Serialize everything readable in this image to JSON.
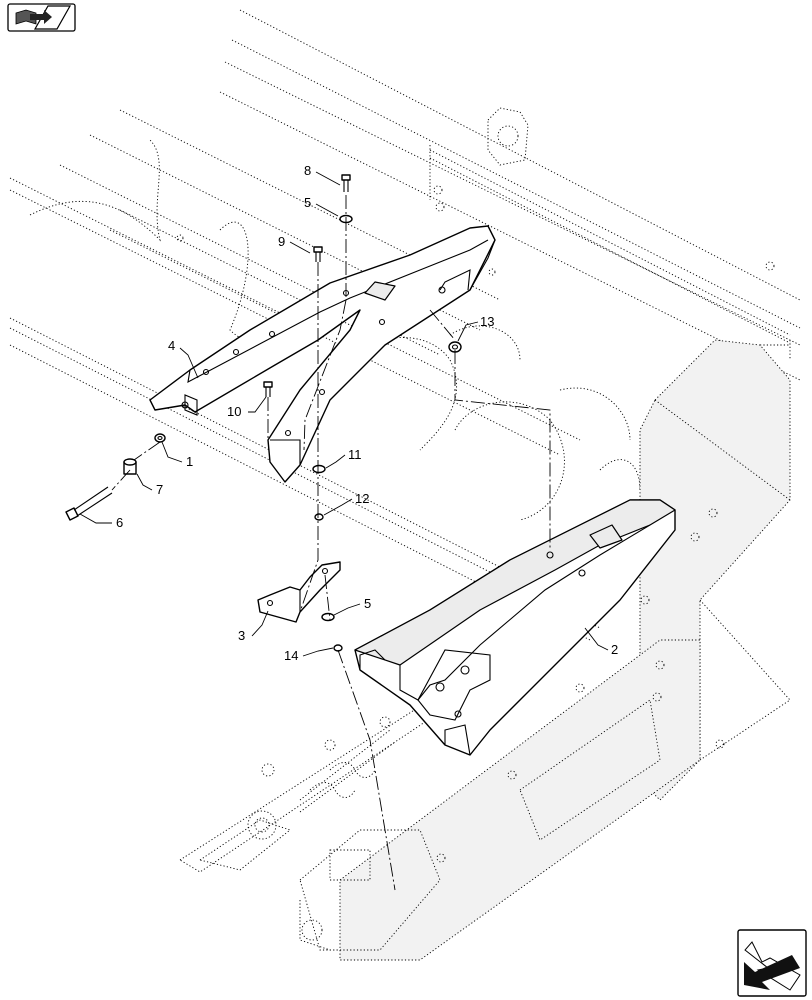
{
  "header": {
    "icon": "book-arrow-icon"
  },
  "footer": {
    "icon": "orientation-arrow-icon"
  },
  "callouts": [
    {
      "id": "c8",
      "label": "8"
    },
    {
      "id": "c5a",
      "label": "5"
    },
    {
      "id": "c9",
      "label": "9"
    },
    {
      "id": "c13",
      "label": "13"
    },
    {
      "id": "c4",
      "label": "4"
    },
    {
      "id": "c10",
      "label": "10"
    },
    {
      "id": "c1",
      "label": "1"
    },
    {
      "id": "c11",
      "label": "11"
    },
    {
      "id": "c7",
      "label": "7"
    },
    {
      "id": "c12",
      "label": "12"
    },
    {
      "id": "c6",
      "label": "6"
    },
    {
      "id": "c5b",
      "label": "5"
    },
    {
      "id": "c3",
      "label": "3"
    },
    {
      "id": "c2",
      "label": "2"
    },
    {
      "id": "c14",
      "label": "14"
    }
  ]
}
